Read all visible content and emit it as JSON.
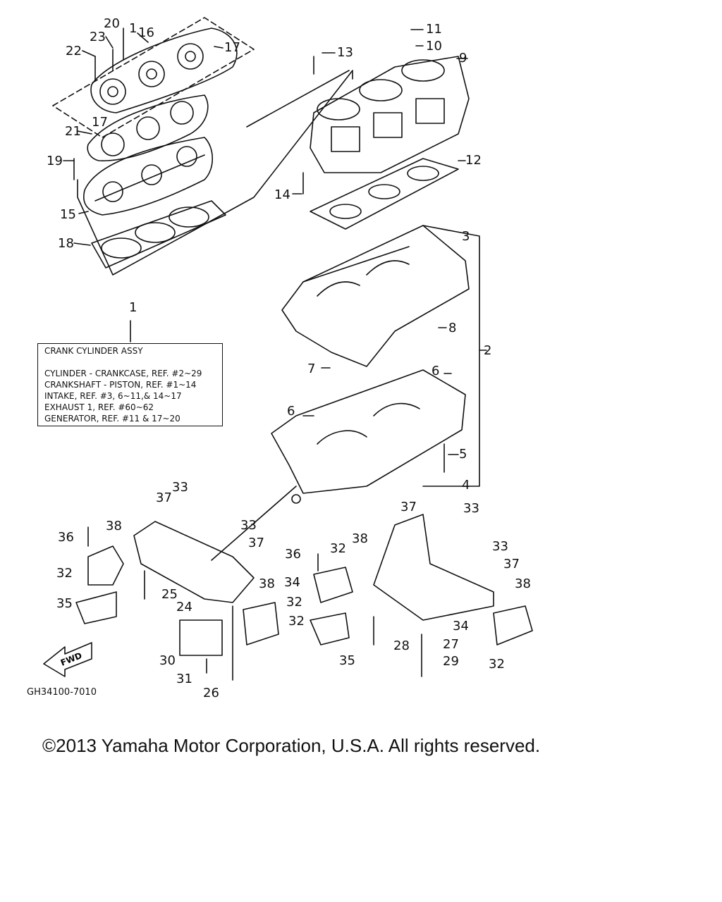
{
  "assembly": {
    "title": "CRANK CYLINDER ASSY",
    "lines": [
      "CYLINDER - CRANKCASE, REF. #2~29",
      "CRANKSHAFT - PISTON, REF. #1~14",
      "INTAKE, REF. #3, 6~11,& 14~17",
      "EXHAUST 1, REF. #60~62",
      "GENERATOR, REF. #11 & 17~20"
    ]
  },
  "callouts": {
    "c1": "1",
    "c2": "2",
    "c3": "3",
    "c4": "4",
    "c5": "5",
    "c6a": "6",
    "c6b": "6",
    "c7": "7",
    "c8": "8",
    "c9": "9",
    "c10": "10",
    "c11": "11",
    "c12": "12",
    "c13": "13",
    "c14": "14",
    "c15": "15",
    "c16": "16",
    "c17a": "17",
    "c17b": "17",
    "c18": "18",
    "c19": "19",
    "c20": "20",
    "c21": "21",
    "c22": "22",
    "c23": "23",
    "c24": "24",
    "c25": "25",
    "c26": "26",
    "c27": "27",
    "c28": "28",
    "c29": "29",
    "c30": "30",
    "c31": "31",
    "c32a": "32",
    "c32b": "32",
    "c32c": "32",
    "c32d": "32",
    "c32e": "32",
    "c33a": "33",
    "c33b": "33",
    "c33c": "33",
    "c33d": "33",
    "c34a": "34",
    "c34b": "34",
    "c35a": "35",
    "c35b": "35",
    "c36a": "36",
    "c36b": "36",
    "c37a": "37",
    "c37b": "37",
    "c37c": "37",
    "c37d": "37",
    "c38a": "38",
    "c38b": "38",
    "c38c": "38",
    "c38d": "38"
  },
  "forward_marker": "FWD",
  "diagram_code": "GH34100-7010",
  "copyright": "©2013 Yamaha Motor Corporation, U.S.A. All rights reserved.",
  "colors": {
    "ink": "#111111",
    "background": "#ffffff"
  }
}
